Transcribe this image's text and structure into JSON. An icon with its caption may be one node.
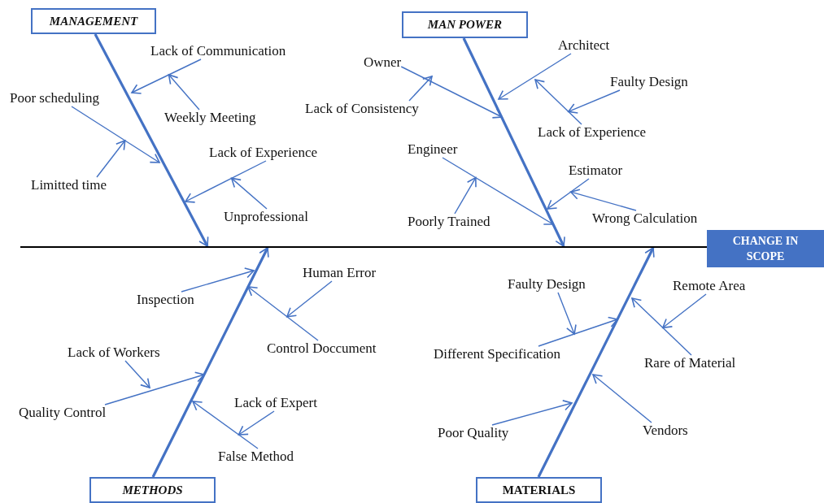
{
  "diagram": {
    "nodes": [
      {
        "text": [
          "MANAGEMENT"
        ]
      },
      {
        "text": [
          "Lack of Communication"
        ]
      },
      {
        "text": [
          "Weekly Meeting"
        ]
      },
      {
        "text": [
          "Poor scheduling"
        ]
      },
      {
        "text": [
          "Limitted time"
        ]
      },
      {
        "text": [
          "Lack of Experience"
        ]
      },
      {
        "text": [
          "Unprofessional"
        ]
      },
      {
        "text": [
          "MAN POWER"
        ]
      },
      {
        "text": [
          "Owner"
        ]
      },
      {
        "text": [
          "Lack of Consistency"
        ]
      },
      {
        "text": [
          "Architect"
        ]
      },
      {
        "text": [
          "Faulty Design"
        ]
      },
      {
        "text": [
          "Lack of Experience"
        ]
      },
      {
        "text": [
          "Engineer"
        ]
      },
      {
        "text": [
          "Poorly Trained"
        ]
      },
      {
        "text": [
          "Estimator"
        ]
      },
      {
        "text": [
          "Wrong Calculation"
        ]
      },
      {
        "text": [
          "CHANGE IN SCOPE"
        ]
      },
      {
        "text": [
          "Inspection"
        ]
      },
      {
        "text": [
          "Human Error"
        ]
      },
      {
        "text": [
          "Control Doccument"
        ]
      },
      {
        "text": [
          "Lack of Workers"
        ]
      },
      {
        "text": [
          "Quality Control"
        ]
      },
      {
        "text": [
          "Lack of Expert"
        ]
      },
      {
        "text": [
          "False Method"
        ]
      },
      {
        "text": [
          "Faulty Design"
        ]
      },
      {
        "text": [
          "Remote Area"
        ]
      },
      {
        "text": [
          "Different Specification"
        ]
      },
      {
        "text": [
          "Rare of Material"
        ]
      },
      {
        "text": [
          "Poor Quality"
        ]
      },
      {
        "text": [
          "Vendors"
        ]
      },
      {
        "text": [
          "METHODS"
        ]
      },
      {
        "text": [
          "MATERIALS"
        ]
      },
      {
        "text": [],
        "shape": "bar"
      }
    ],
    "edges": [
      {
        "from": 0,
        "to": 33,
        "arrow": "to",
        "style": "thick"
      },
      {
        "from": 1,
        "to": null,
        "arrow": "to"
      },
      {
        "from": 2,
        "to": 1,
        "arrow": "to"
      },
      {
        "from": 3,
        "to": null,
        "arrow": "to"
      },
      {
        "from": 4,
        "to": 3,
        "arrow": "to"
      },
      {
        "from": 5,
        "to": null,
        "arrow": "to"
      },
      {
        "from": 6,
        "to": 5,
        "arrow": "to"
      },
      {
        "from": 7,
        "to": 33,
        "arrow": "to",
        "style": "thick"
      },
      {
        "from": 8,
        "to": null,
        "arrow": "to"
      },
      {
        "from": 9,
        "to": null,
        "arrow": "to"
      },
      {
        "from": 10,
        "to": null,
        "arrow": "to"
      },
      {
        "from": 12,
        "to": null,
        "arrow": "to"
      },
      {
        "from": 11,
        "to": 12,
        "arrow": "to"
      },
      {
        "from": 13,
        "to": null,
        "arrow": "to"
      },
      {
        "from": 14,
        "to": 13,
        "arrow": "to"
      },
      {
        "from": 15,
        "to": null,
        "arrow": "to"
      },
      {
        "from": 16,
        "to": 15,
        "arrow": "to"
      },
      {
        "from": 31,
        "to": 33,
        "arrow": "to",
        "style": "thick"
      },
      {
        "from": 18,
        "to": null,
        "arrow": "to"
      },
      {
        "from": 20,
        "to": null,
        "arrow": "to"
      },
      {
        "from": 19,
        "to": 20,
        "arrow": "to"
      },
      {
        "from": 22,
        "to": null,
        "arrow": "to"
      },
      {
        "from": 21,
        "to": null,
        "arrow": "to"
      },
      {
        "from": 24,
        "to": null,
        "arrow": "to"
      },
      {
        "from": 23,
        "to": 24,
        "arrow": "to"
      },
      {
        "from": 32,
        "to": 33,
        "arrow": "to",
        "style": "thick"
      },
      {
        "from": 27,
        "to": null,
        "arrow": "to"
      },
      {
        "from": 25,
        "to": 27,
        "arrow": "to"
      },
      {
        "from": 28,
        "to": null,
        "arrow": "to"
      },
      {
        "from": 26,
        "to": 28,
        "arrow": "to"
      },
      {
        "from": 29,
        "to": null,
        "arrow": "to"
      },
      {
        "from": 30,
        "to": null,
        "arrow": "to"
      },
      {
        "from": 33,
        "to": 17,
        "arrow": "none",
        "color": "#000000"
      }
    ]
  }
}
